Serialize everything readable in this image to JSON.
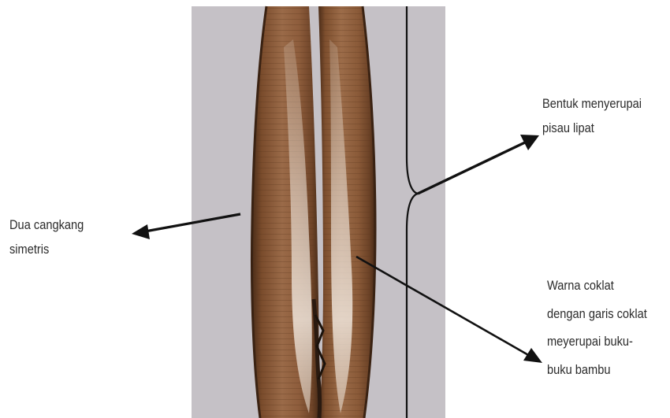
{
  "annotations": {
    "shape": {
      "lines": [
        "Bentuk menyerupai",
        "pisau lipat"
      ]
    },
    "shells": {
      "lines": [
        "Dua cangkang",
        "simetris"
      ]
    },
    "color": {
      "lines": [
        "Warna coklat",
        "dengan garis coklat",
        "meyerupai buku-",
        "buku bambu"
      ]
    }
  },
  "colors": {
    "background_panel": "#c5c1c6",
    "shell_base": "#8a5a38",
    "shell_edge": "#5e3a22",
    "shell_highlight": "#e8ddd2",
    "annotation_line": "#111111",
    "text": "#2b2b2b"
  }
}
